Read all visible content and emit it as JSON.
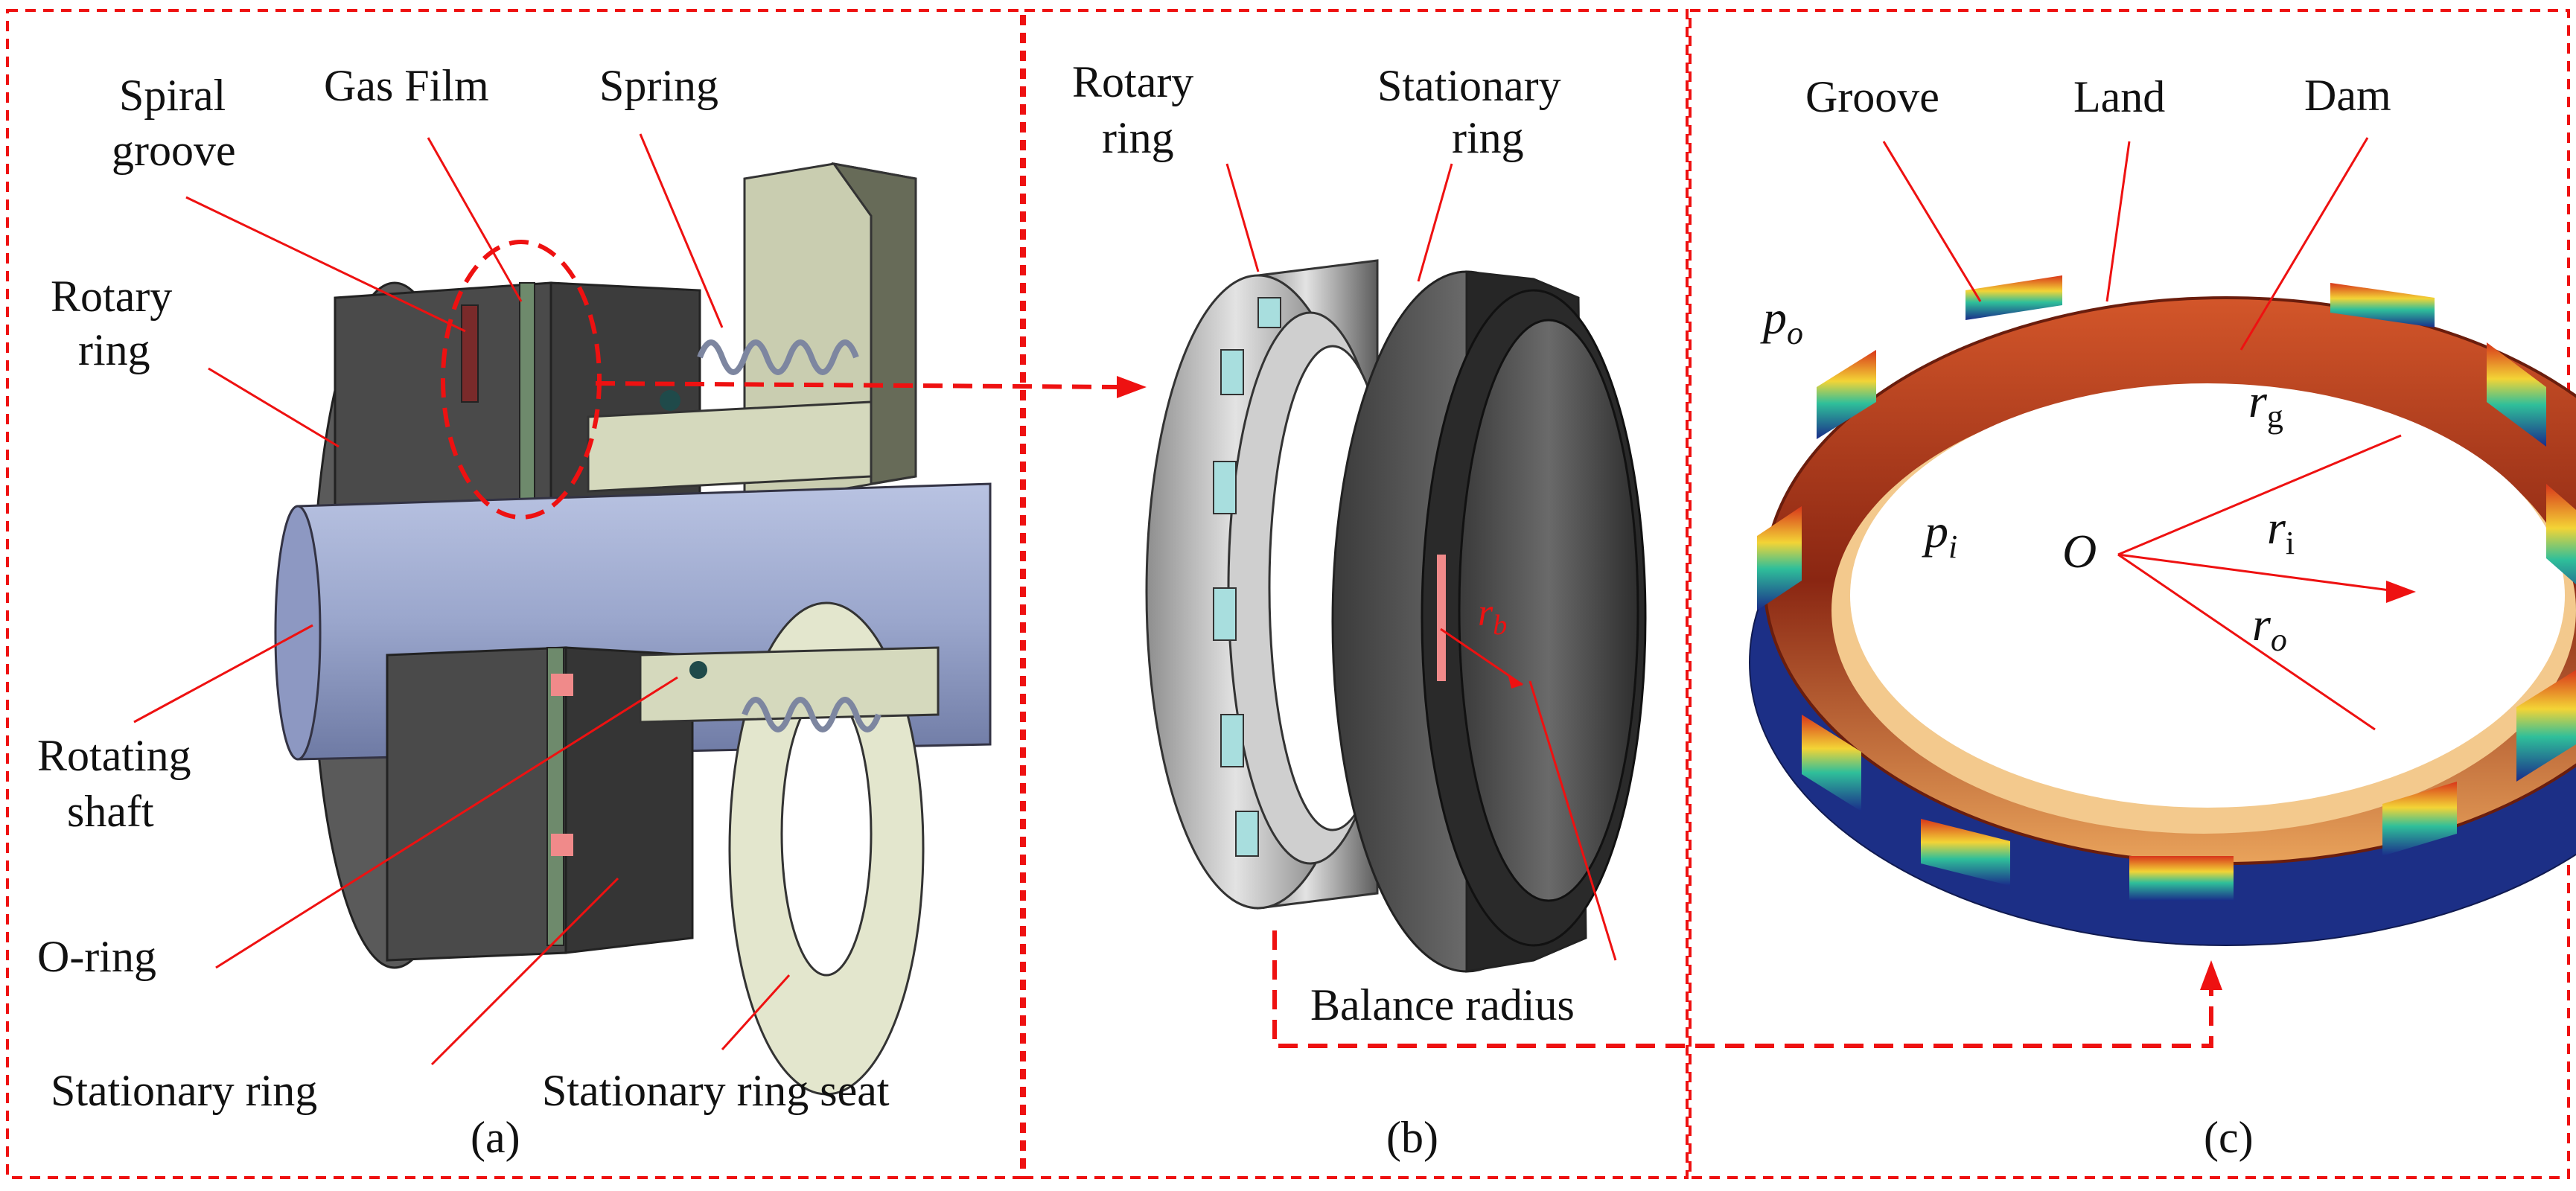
{
  "panel_a": {
    "caption": "(a)",
    "labels": {
      "spiral_groove_l1": "Spiral",
      "spiral_groove_l2": "groove",
      "gas_film": "Gas Film",
      "spring": "Spring",
      "rotary_ring_l1": "Rotary",
      "rotary_ring_l2": "ring",
      "rotating_shaft_l1": "Rotating",
      "rotating_shaft_l2": "shaft",
      "o_ring": "O-ring",
      "stationary_ring": "Stationary ring",
      "stationary_ring_seat": "Stationary ring seat"
    }
  },
  "panel_b": {
    "caption": "(b)",
    "labels": {
      "rotary_ring_l1": "Rotary",
      "rotary_ring_l2": "ring",
      "stationary_ring_l1": "Stationary",
      "stationary_ring_l2": "ring",
      "balance_radius": "Balance radius",
      "rb_main": "r",
      "rb_sub": "b"
    }
  },
  "panel_c": {
    "caption": "(c)",
    "labels": {
      "groove": "Groove",
      "land": "Land",
      "dam": "Dam",
      "po_main": "p",
      "po_sub": "o",
      "pi_main": "p",
      "pi_sub": "i",
      "origin": "O",
      "rg_main": "r",
      "rg_sub": "g",
      "ri_main": "r",
      "ri_sub": "i",
      "ro_main": "r",
      "ro_sub": "o"
    }
  },
  "colors": {
    "dashed_border": "#e11111",
    "leader_line": "#e11111",
    "shaft": "#9aa6cc",
    "ring_dark": "#4f4f4f",
    "seat": "#d8dcc0"
  }
}
